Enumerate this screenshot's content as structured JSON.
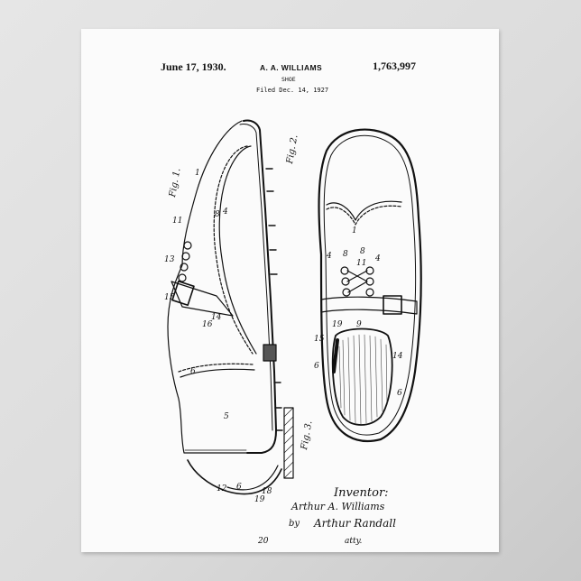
{
  "patent": {
    "date": "June 17, 1930.",
    "inventor_header": "A. A. WILLIAMS",
    "number": "1,763,997",
    "title": "SHOE",
    "filed": "Filed Dec. 14, 1927"
  },
  "figures": {
    "fig1": "Fig. 1.",
    "fig2": "Fig. 2.",
    "fig3": "Fig. 3."
  },
  "signature": {
    "label": "Inventor:",
    "inventor": "Arthur A. Williams",
    "by": "by",
    "attorney": "Arthur Randall",
    "attorney_suffix": "atty."
  },
  "reference_numerals": [
    "1",
    "4",
    "5",
    "6",
    "8",
    "9",
    "11",
    "12",
    "13",
    "14",
    "15",
    "16",
    "19",
    "20"
  ],
  "colors": {
    "background": "#dcdcdc",
    "paper": "#fbfbfb",
    "ink": "#111111"
  }
}
